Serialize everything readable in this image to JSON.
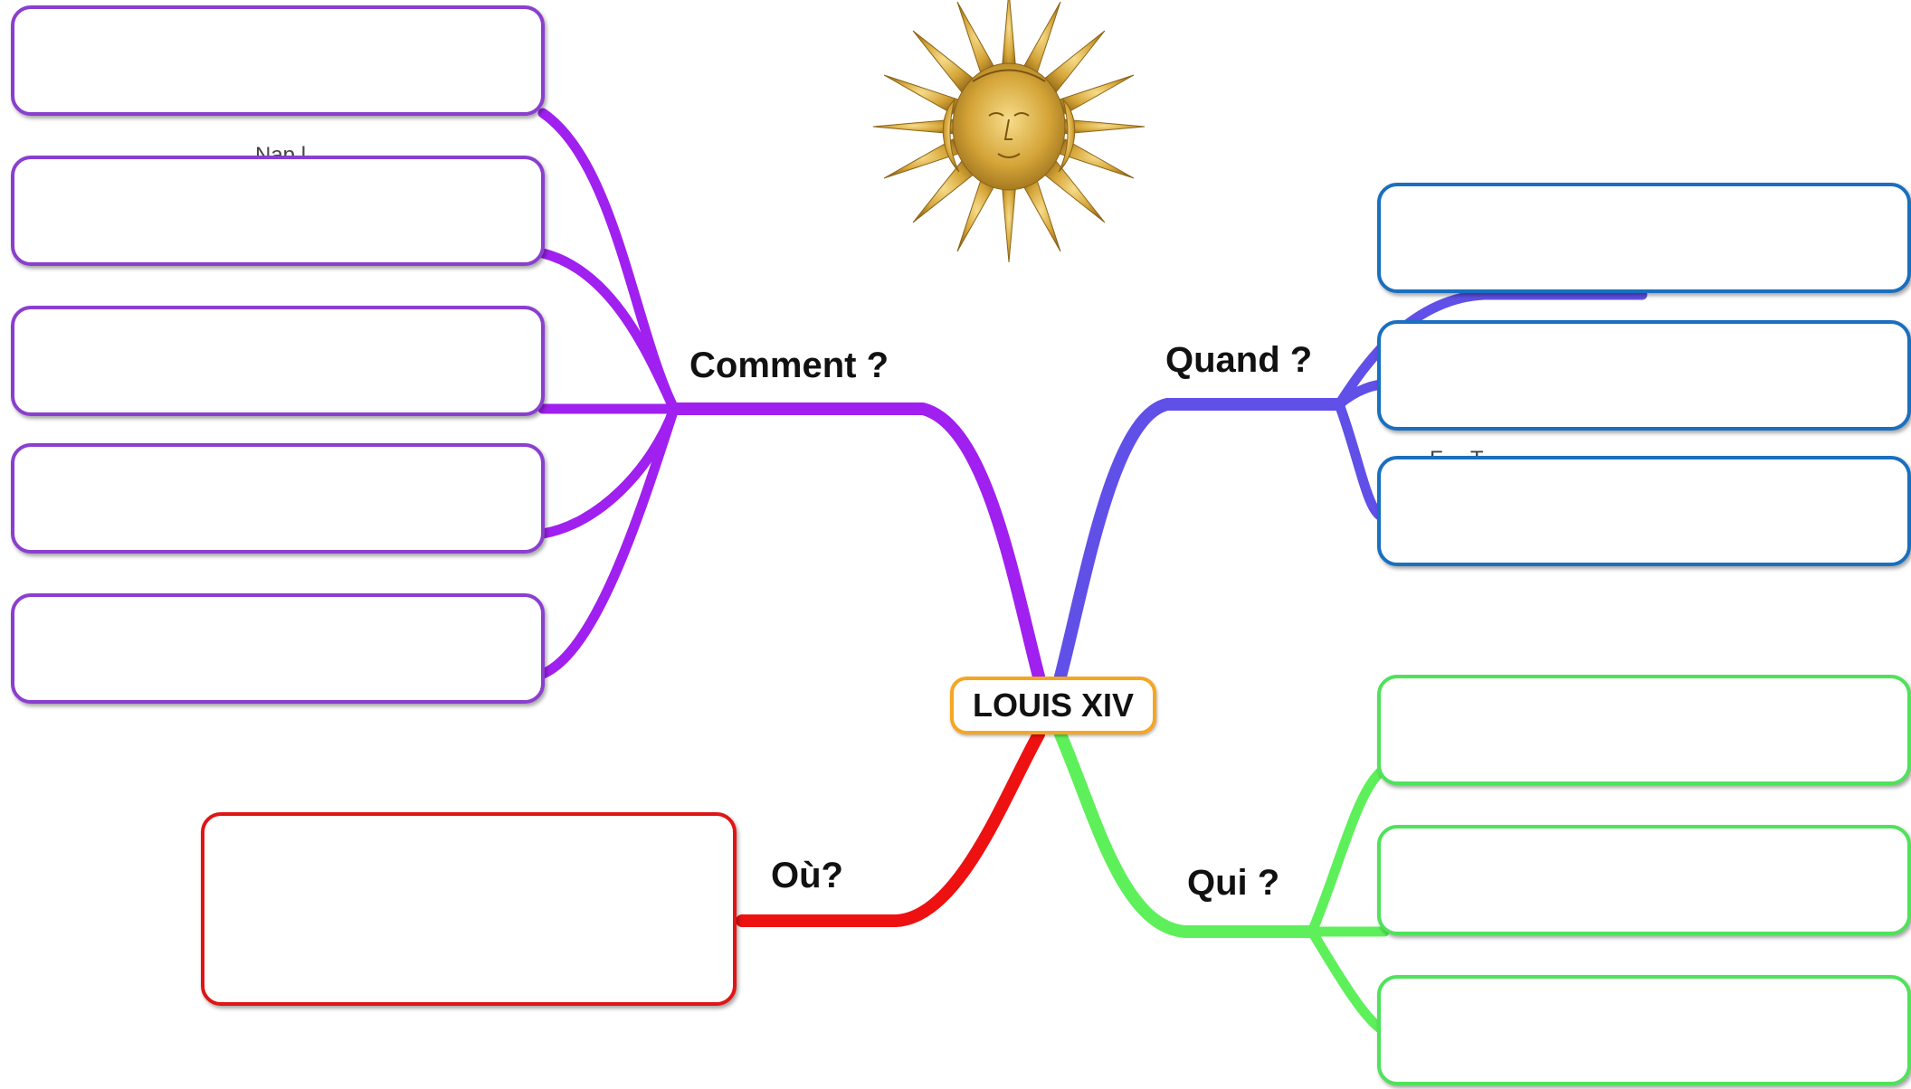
{
  "center": {
    "label": "LOUIS XIV",
    "border_color": "#f5a623"
  },
  "branches": {
    "comment": {
      "label": "Comment ?",
      "color": "#a020f0",
      "box_color": "#8a3fcf",
      "box_count": 5
    },
    "quand": {
      "label": "Quand ?",
      "color": "#6050e8",
      "box_color": "#1a6fbf",
      "box_count": 3
    },
    "qui": {
      "label": "Qui ?",
      "color": "#5ef05a",
      "box_color": "#4fe25a",
      "box_count": 3
    },
    "ou": {
      "label": "Où?",
      "color": "#ee1111",
      "box_color": "#e01515",
      "box_count": 1
    }
  },
  "partial_text": {
    "comment_2": "Nap.l...",
    "quand_3": "F....   T...."
  },
  "image": {
    "name": "sun-king-emblem",
    "color": "#d4a437"
  }
}
